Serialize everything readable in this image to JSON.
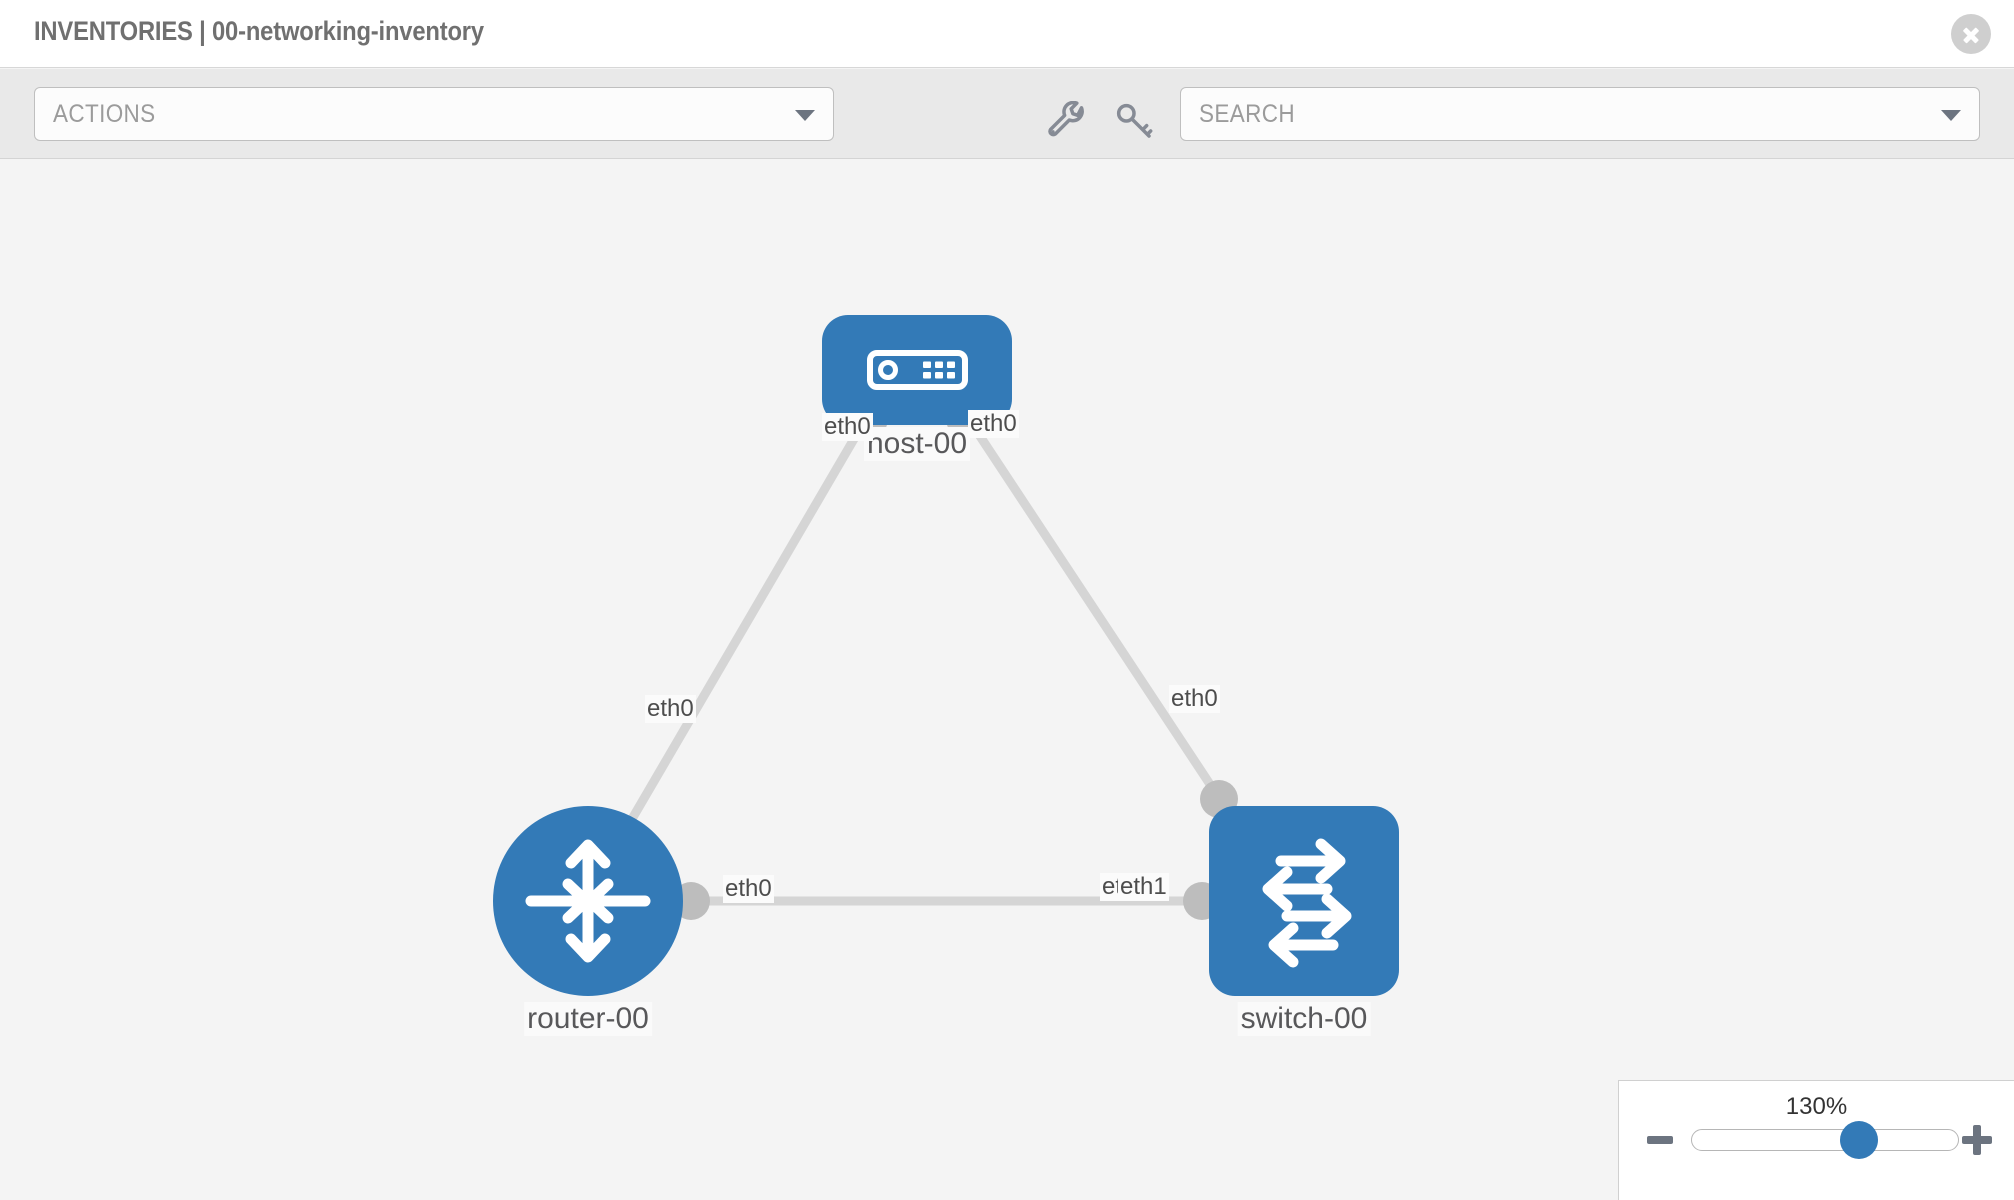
{
  "header": {
    "title": "INVENTORIES | 00-networking-inventory",
    "close_icon": "close-circle-icon"
  },
  "toolbar": {
    "actions_label": "ACTIONS",
    "search_placeholder": "SEARCH",
    "search_value": "",
    "wrench_icon": "wrench-icon",
    "key_icon": "key-icon",
    "caret_icon": "chevron-down-icon"
  },
  "topology": {
    "nodes": [
      {
        "id": "host-00",
        "label": "host-00",
        "type": "host",
        "icon": "server-icon",
        "color": "#337ab7"
      },
      {
        "id": "router-00",
        "label": "router-00",
        "type": "router",
        "icon": "router-icon",
        "color": "#337ab7"
      },
      {
        "id": "switch-00",
        "label": "switch-00",
        "type": "switch",
        "icon": "switch-icon",
        "color": "#337ab7"
      }
    ],
    "links": [
      {
        "from": "host-00",
        "from_port": "eth0",
        "to": "router-00",
        "to_port": "eth0"
      },
      {
        "from": "host-00",
        "from_port": "eth0",
        "to": "switch-00",
        "to_port": "eth0"
      },
      {
        "from": "router-00",
        "from_port": "eth0",
        "to": "switch-00",
        "to_port": "eth1"
      }
    ],
    "edge_labels": {
      "host_left": "eth0",
      "host_right": "eth0",
      "router_upper": "eth0",
      "switch_upper": "eth0",
      "router_mid": "eth0",
      "switch_mid_back": "eth0",
      "switch_mid_front": "eth1"
    },
    "link_color": "#d5d5d5",
    "port_color": "#bdbdbd"
  },
  "zoom_control": {
    "level": "130%",
    "minus_label": "zoom-out",
    "plus_label": "zoom-in",
    "slider_position_percent": 60
  }
}
